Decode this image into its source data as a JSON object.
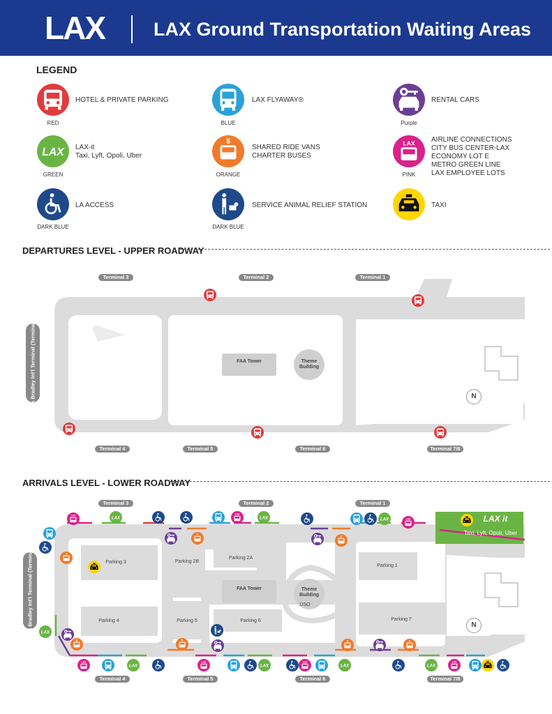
{
  "header": {
    "logo": "LAX",
    "title": "LAX Ground Transportation Waiting Areas"
  },
  "colors": {
    "header": "#1b3a8f",
    "red": "#e03c3e",
    "blue": "#2aa1d9",
    "purple": "#6b3e96",
    "green": "#6ab445",
    "orange": "#f07a2a",
    "pink": "#d9228a",
    "dark_blue": "#1e4a8a",
    "yellow": "#ffd600",
    "road": "#dcdcdc",
    "pill": "#888888"
  },
  "legend": {
    "title": "LEGEND",
    "items": [
      {
        "icon": "bus-icon",
        "color_key": "red",
        "label": [
          "HOTEL & PRIVATE PARKING"
        ],
        "color": "RED"
      },
      {
        "icon": "flyaway-bus-icon",
        "color_key": "blue",
        "label": [
          "LAX FLYAWAY®"
        ],
        "color": "BLUE"
      },
      {
        "icon": "rental-car-icon",
        "color_key": "purple",
        "label": [
          "RENTAL CARS"
        ],
        "color": "Purple"
      },
      {
        "icon": "lax-it-icon",
        "color_key": "green",
        "label": [
          "LAX-it",
          "Taxi, Lyft, Opoli, Uber"
        ],
        "color": "GREEN"
      },
      {
        "icon": "shared-van-icon",
        "color_key": "orange",
        "label": [
          "SHARED RIDE VANS",
          "CHARTER BUSES"
        ],
        "color": "ORANGE"
      },
      {
        "icon": "lax-shuttle-icon",
        "color_key": "pink",
        "label": [
          "AIRLINE CONNECTIONS",
          "CITY BUS CENTER-LAX",
          "ECONOMY LOT E",
          "METRO GREEN LINE",
          "LAX EMPLOYEE LOTS"
        ],
        "color": "PINK"
      },
      {
        "icon": "wheelchair-icon",
        "color_key": "dark_blue",
        "label": [
          "LA ACCESS"
        ],
        "color": "DARK BLUE"
      },
      {
        "icon": "service-animal-icon",
        "color_key": "dark_blue",
        "label": [
          "SERVICE ANIMAL RELIEF STATION"
        ],
        "color": "DARK BLUE"
      },
      {
        "icon": "taxi-icon",
        "color_key": "yellow",
        "label": [
          "TAXI"
        ],
        "color": ""
      }
    ]
  },
  "departures": {
    "title": "DEPARTURES LEVEL - UPPER ROADWAY",
    "terminals_top": [
      "Terminal 3",
      "Terminal 2",
      "Terminal 1"
    ],
    "terminals_bottom": [
      "Terminal 4",
      "Terminal 5",
      "Terminal 6",
      "Terminal 7/8"
    ],
    "bradley": "Tom Bradley Int'l Terminal (Terminal B)",
    "faa": "FAA Tower",
    "theme": "Theme Building",
    "north": "N"
  },
  "arrivals": {
    "title": "ARRIVALS LEVEL - LOWER ROADWAY",
    "terminals_top": [
      "Terminal 3",
      "Terminal 2",
      "Terminal 1"
    ],
    "terminals_bottom": [
      "Terminal 4",
      "Terminal 5",
      "Terminal 6",
      "Terminal 7/8"
    ],
    "bradley": "Tom Bradley Int'l Terminal (Terminal B)",
    "parking": [
      "Parking 3",
      "Parking 2B",
      "Parking 2A",
      "Parking 1",
      "Parking 4",
      "Parking 5",
      "Parking 6",
      "Parking 7"
    ],
    "faa": "FAA Tower",
    "theme": "Theme Building",
    "uso": "USO",
    "laxit_box": {
      "logo": "LAX it",
      "text": "Taxi, Lyft, Opoli, Uber"
    },
    "north": "N"
  }
}
